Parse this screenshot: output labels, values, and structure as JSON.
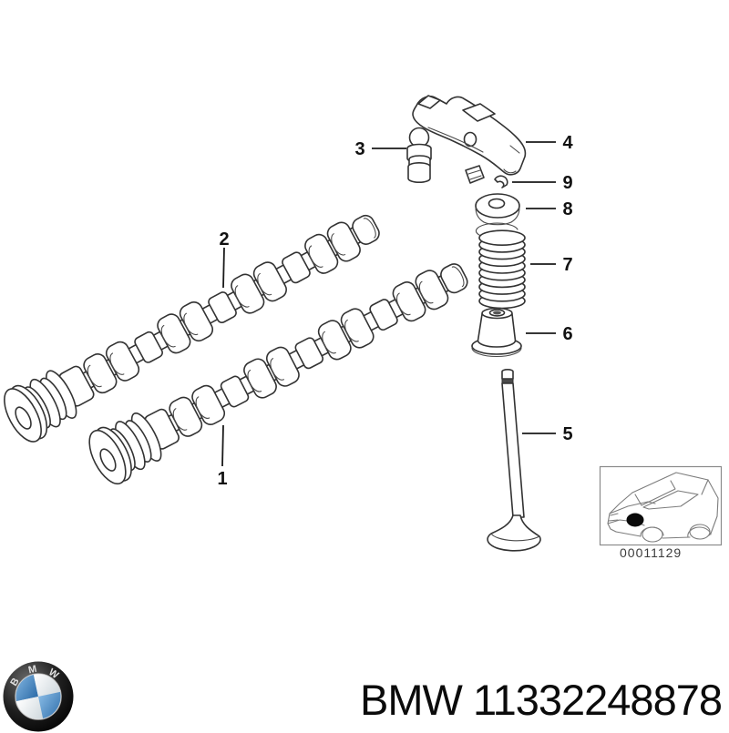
{
  "diagram": {
    "callouts": [
      {
        "num": "1"
      },
      {
        "num": "2"
      },
      {
        "num": "3"
      },
      {
        "num": "4"
      },
      {
        "num": "5"
      },
      {
        "num": "6"
      },
      {
        "num": "7"
      },
      {
        "num": "8"
      },
      {
        "num": "9"
      }
    ],
    "thumbnail": {
      "code": "00011129"
    }
  },
  "footer": {
    "part_label": "BMW 11332248878",
    "logo_letters": [
      "B",
      "M",
      "W"
    ]
  },
  "colors": {
    "line": "#333333",
    "label": "#111111",
    "bmw_blue": "#3f7fbe",
    "background": "#ffffff"
  }
}
